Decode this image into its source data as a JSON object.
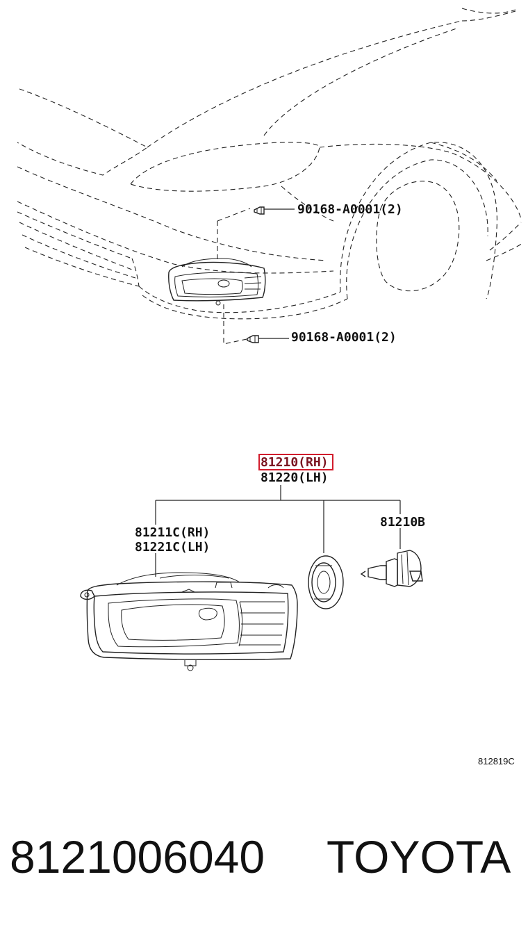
{
  "callouts": {
    "screw_upper": "90168-A0001(2)",
    "screw_lower": "90168-A0001(2)",
    "assy_rh": "81210(RH)",
    "assy_lh": "81220(LH)",
    "lens_rh": "81211C(RH)",
    "lens_lh": "81221C(LH)",
    "bulb": "81210B"
  },
  "figure_ref": "812819C",
  "caption": {
    "part_number": "8121006040",
    "brand": "TOYOTA"
  },
  "colors": {
    "highlight": "#d21c2c",
    "line": "#222222"
  }
}
